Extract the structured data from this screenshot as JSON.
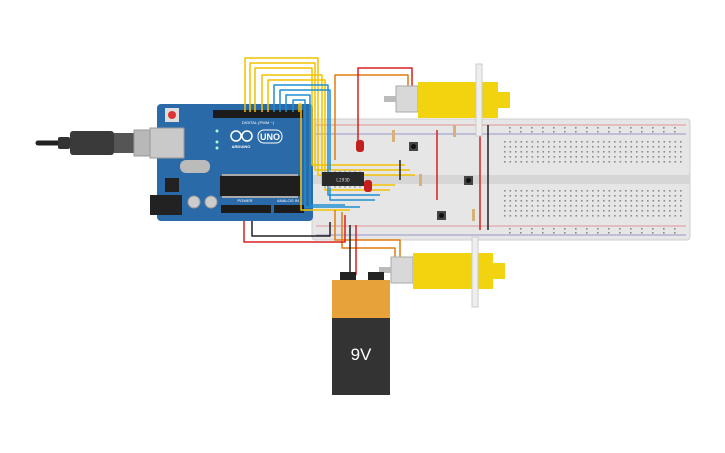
{
  "arduino": {
    "model_label": "UNO",
    "brand_label": "ARDUINO",
    "digital_label": "DIGITAL (PWM ~)",
    "power_label": "POWER",
    "analog_label": "ANALOG IN"
  },
  "driver_chip": {
    "label": "L293D"
  },
  "battery": {
    "label": "9V"
  },
  "colors": {
    "board": "#2b6aa8",
    "breadboard": "#e6e6e6",
    "motor": "#f2d30f",
    "battery_top": "#e7a33a",
    "battery_body": "#333333",
    "wire_yellow": "#f2c200",
    "wire_blue": "#1f8fd0",
    "wire_orange": "#e07d10",
    "wire_red": "#d62020",
    "wire_black": "#222222"
  }
}
